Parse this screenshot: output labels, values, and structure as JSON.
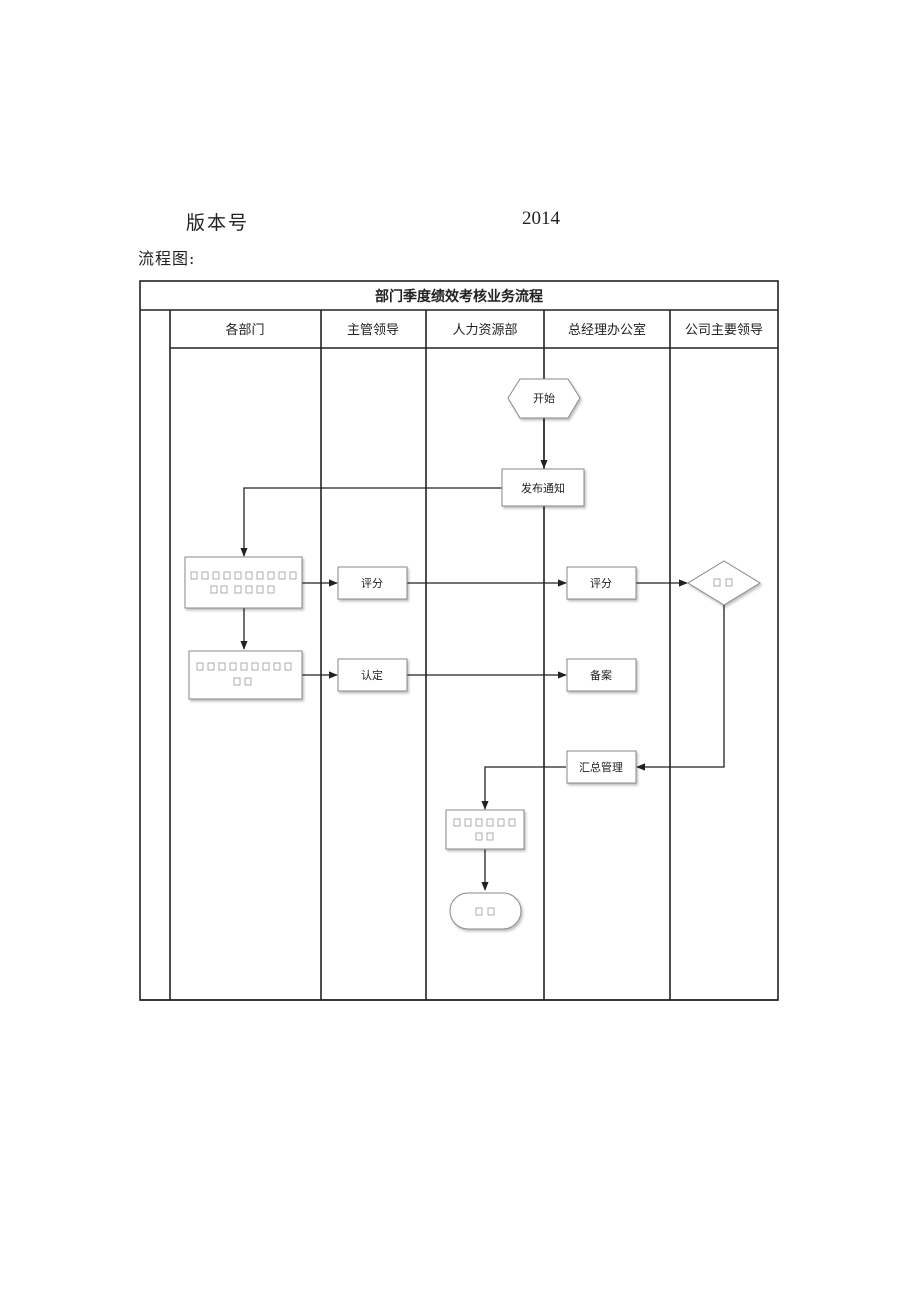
{
  "header": {
    "version_label": "版本号",
    "version_value": "2014",
    "flow_label": "流程图:"
  },
  "diagram": {
    "title": "部门季度绩效考核业务流程",
    "lanes": [
      "各部门",
      "主管领导",
      "人力资源部",
      "总经理办公室",
      "公司主要领导"
    ],
    "nodes": {
      "start": "开始",
      "publish": "发布通知",
      "score_leader": "评分",
      "score_office": "评分",
      "confirm": "认定",
      "record": "备案",
      "summary": "汇总管理"
    }
  }
}
